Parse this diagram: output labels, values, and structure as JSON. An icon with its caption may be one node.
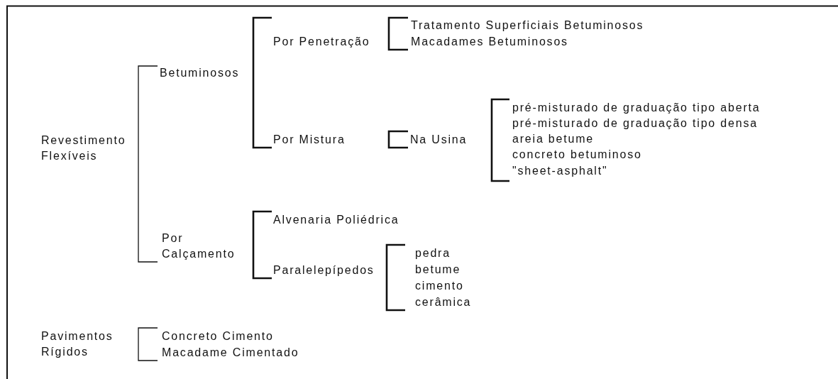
{
  "diagram": {
    "labels": [
      "Revestimento Flexíveis",
      "Betuminosos",
      "Por Penetração",
      "Tratamento Superficiais Betuminosos",
      "Macadames Betuminosos",
      "Por Mistura",
      "Na Usina",
      "pré-misturado de graduação tipo aberta",
      "pré-misturado de graduação tipo densa",
      "areia betume",
      "concreto betuminoso",
      "\"sheet-asphalt\"",
      "Por Calçamento",
      "Alvenaria Poliédrica",
      "Paralelepípedos",
      "pedra",
      "betume",
      "cimento",
      "cerâmica",
      "Pavimentos Rígidos",
      "Concreto Cimento",
      "Macadame Cimentado"
    ]
  }
}
